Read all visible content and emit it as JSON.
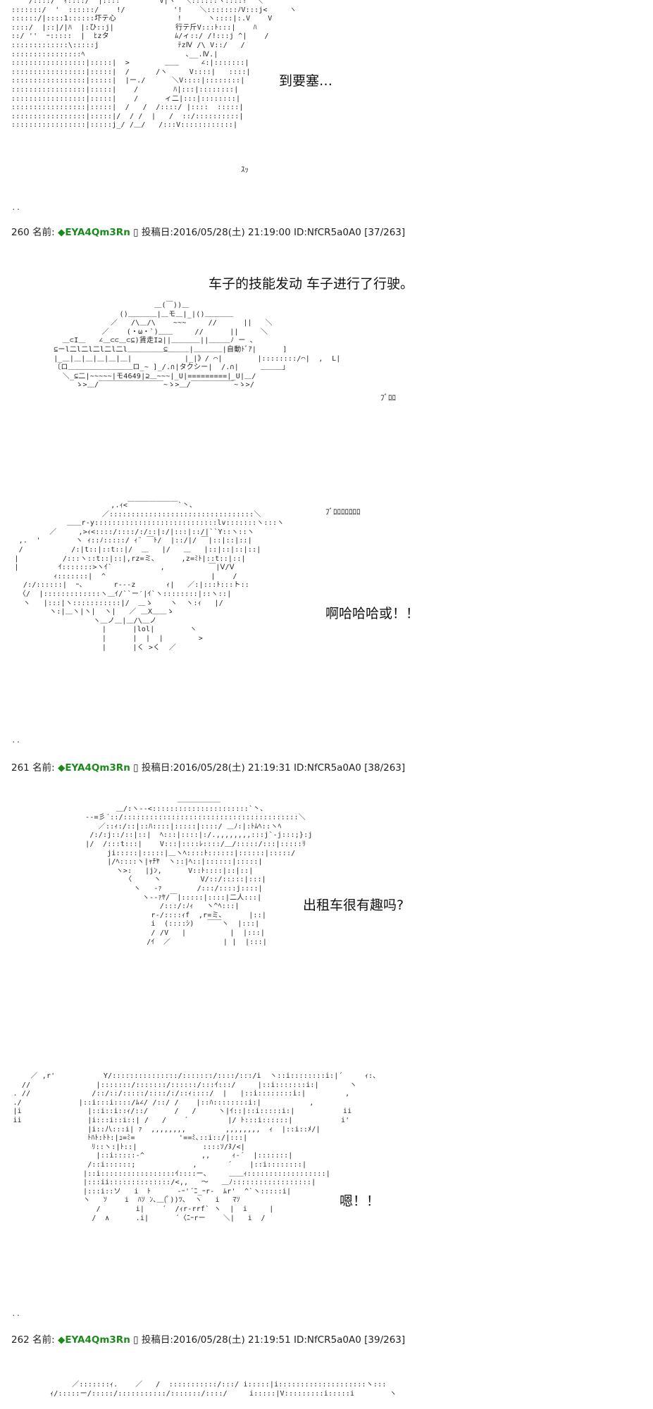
{
  "posts": [
    {
      "dialogue": [
        "到要塞…"
      ],
      "sfx": [
        "ｽｯ"
      ],
      "art": "    /::::/  ｨ::::/  |::::         V|ヽ  ＼::::::ヽ::::!  ＼\n:::::::/  '  ::::::/    !/           '!    ＼:::::::ﾉV:::j<     ヽ\n::::::/|::::1::::::圷テ心              !      ヽ::::|:.V    V\n::::/  |::|/|ﾊ  |:ひ::j|              行テ斤V:::ﾄ:::|    ﾊ\n::/ ''  ｰ:::::  |  ﾋzタ               ﾑ/ィ::/ /!:::j ^|    /\n:::::::::::::\\:::::j                  ﾃzⅣ /\\ V::/   /\n::::::::::::::::ﾍ                       ､__.Ⅳ.|\n:::::::::::::::::|:::::|  >        ＿＿     ∠:|:::::::|\n:::::::::::::::::|:::::|  /      /ヽ     V::::|   ::::|\n:::::::::::::::::|:::::|  |ー./      ＼V::::|::::::::|\n:::::::::::::::::|:::::|    /        ﾊ|:::|::::::::|\n:::::::::::::::::|:::::|    /      ィ二|:::|::::::::|\n:::::::::::::::::|:::::|  /   /  /::::/ |::::  :::::|\n:::::::::::::::::|:::::|/  / /  |   /  ::/::::::::::|\n:::::::::::::::::|:::::j_/ /＿/   /:::V::::::::::::|"
    },
    {
      "number": "260",
      "name_label": "名前:",
      "trip": "◆EYA4Qm3Rn",
      "date_label": "投稿日:",
      "date": "2016/05/28(土) 21:19:00",
      "id": "ID:NfCR5a0A0",
      "index": "[37/263]",
      "dialogue_1": [
        "车子的技能发动 车子进行了行驶。"
      ],
      "sfx_1": [
        "ﾌﾞﾛﾛ"
      ],
      "art_1": "                        ＿(￣))＿\n                ()＿＿＿＿|＿モ＿|_|()＿＿＿＿\n              ／   /\\＿/\\    ~~~     //      ||   ＼\n            ／    (・ω・`)＿＿     //      ||     ＼\n   ＿⊂I＿   ∠＿⊂⊂＿⊂⊆)賃走I⊇||＿＿＿＿||＿＿＿ﾉ ー ､\n ⊆ーl二l二l二l二l二l＿＿＿＿＿⊆＿＿＿|＿＿＿＿|自動ﾄﾞｱ|      ]\n |_＿|＿|＿|＿|＿|＿|            |_|》/ ⌒|        |::::::::/⌒|  ,  L|\n 〔ロ＿＿＿＿＿＿＿＿＿ロ_~ ]_/.∩|タクシー|  /.∩|     ＿＿＿｣\n   ＼_⊆二|~~~~~|モ4649|⊇＿~~~|_U|=========|_U|＿/\n      ゝ>＿/￣￣￣￣￣￣￣￣￣~ゝ>＿/￣￣￣￣￣￣~ゝ>/",
      "dialogue_2": [
        "啊哈哈哈或！！"
      ],
      "sfx_2": [
        "ﾌﾞﾛﾛﾛﾛﾛﾛﾛ"
      ],
      "art_2": "                        ,.ｨ<￣￣￣￣￣￣￣`丶､\n                      ／:::::::::::::::::::::::::::::::::＼\n              ＿＿r‐y::::::::::::::::::::::::::::lv:::::::ヽ:::ヽ\n          ／     ,>ｨ<::::/::::/:/::|:/|:::|::/|``Y::ヽ::ヽ\n   ,.  '        ヽ ｨ::ﾉ:::::/ ｨ¨ ￣ﾄ/  |::/|/ ￣|::|::|::|\n   /           /:|t::|::t::|/  ＿   |/   ＿   |::|::|::|::|\n  |          /:::ヽ::t::|::|,rz=ミ､      ,z=ﾐﾄ|::t::|::|\n  |         ｲ:::::::>ヽｲ`           ,          ￣|Ⅴ/Ⅴ\n           ｨ:::::::|  ^                        |    /\n    /:/::::::|  ｰ､       r‐‐‐z       ｨ|   ／:|:::ﾄ:::ト::\n   〈/  |:::::::::::::ヽ＿ｲ/``ー′|ｲ`ヽ::::::::|::ヽ::|\n    ヽ   |:::|ヽ:::::::::::|/  ＿ゝ    ヽ  ヽ:ｨ   |/\n          ヽ:|＿ヽ|ヽ|  ヽ|   ／ ＿X＿＿ゝ\n                    ヽ＿ノ＿|＿/\\＿ノ\n                      |      |lol|        ヽ\n                      |      |  |  |        >\n                      |      |く >く  ／",
      "dialogue_3": [],
      "art_3": ""
    },
    {
      "number": "261",
      "name_label": "名前:",
      "trip": "◆EYA4Qm3Rn",
      "date_label": "投稿日:",
      "date": "2016/05/28(土) 21:19:31",
      "id": "ID:NfCR5a0A0",
      "index": "[38/263]",
      "dialogue_1": [
        "出租车很有趣吗?"
      ],
      "art_1": "                          ＿＿＿＿＿＿\n            ＿/:ヽ--<::::::::::::::::::::::`丶､\n     --=彡´::/::::::::::::::::::::::::::::::::::::::::＼\n        ／::ｨ:/::|::ﾊ::::|:::::|::::/ ＿ﾉ:|:ﾄﾑﾍ::ヽﾍ\n      /:/:j::/::|::|  ﾍ:::|::::|:/.,,,,,,,,:::j`‐j:::;}:j\n     |/  /:::t:::|    V:::|::::ﾚ::::/＿/:::::/:::|:::::ﾘ\n          ji:::::|:::::|＿ヽﾍ::::ﾄ::::::|::::::|:::::/\n          |/ﾍ::::ヽ|ｬﾁﾔ  ヽ::|ﾍ::|::::::|:::::|\n            ヽ>:   |jﾝ,      V::ﾄ::::|::|::|\n              〈     ヽ         V/::/:::::|:::|\n                ヽ   -ｧ        /:::/::::j::::|\n                  ヽ--ｧﾔ/￣|:::::|::::|二人:::|\n                      /:::/:ﾉｨ   ヽ^ﾍ:::|\n                    r‐/::::ｨf  ,r=ミ､      |::|\n                    i  (::::ｼ)   ￣￣ヽ  |:::|\n                    / /V   |          |  |:::|\n                   /ｲ  ／            | |  |:::|",
      "dialogue_2": [
        "嗯！！"
      ],
      "art_2": "      ／ ,r'           Y/:::::::::::::::/:::::::/::::/:::/i  ヽ::i::::::::i:|´     ｨ:､\n    //               |:::::::/:::::::/::::::/:::ｲ:::/     |::i:::::::i:|       ヽ\n  . //              /::/::/:::::/::::/:/::ｨ::::/  |   |::i::::::::i:|         ,\n  ./             |::i:::i::::/ﾑ∠/ /::/ /    |::ﾊ::::::::i:|           ,\n  |i               |::i::i::ｨ/::/      /   /     ヽ|ｲ::|::i:::::i:|           ii\n  ii               |i:::i::i::| /   /    ´         |/ ﾄ:::i::::::|           i'\n                   |i::八:::i| ｧ  ,,,,,,,,         ,,,,,,,,  ｨ  |::i::ﾒ/|\n                   ﾄﾊﾄ:ﾄﾄ:|ｭ=ﾐ=          '==ﾐ､::i::/|:::|\n                    ﾘ::ヽ:|ﾄ::|               ::::ｿ/ﾇ/<|\n                     |::i:::::‐^             ,,     ｨ‐´  |:::::::|\n                   /::i::::::;             ,       ´    |::i::::::::|\n                  |::i:::::::::::::::::ｲ::::ー､     ＿＿ｨ::::::::::::::::::|\n                  |:::ii::::::::::::::/<,,   ～   ＿ﾉ::::::::::::::::::|\n                  |:::i::ソ   i  ﾄ      ‐ｰ'´ﾆ_ｰr‐  ﾑr'  ^`ヽ:::::i|\n                  ヽ   ｿ    i  ﾊｿ ﾝ､＿(ﾟ))ﾂ､  ヽ   i   ﾏｿ\n                     /        i|    ´  /ｨr-rrf` ヽ  |  i     |\n                    /  ∧      .i|      ´〈ﾆｰrー    ＼|   i  /",
      "dialogue_3": [],
      "art_3": ""
    },
    {
      "number": "262",
      "name_label": "名前:",
      "trip": "◆EYA4Qm3Rn",
      "date_label": "投稿日:",
      "date": "2016/05/28(土) 21:19:51",
      "id": "ID:NfCR5a0A0",
      "index": "[39/263]",
      "art_1": "          ／:::::::ｨ.    ／   /  :::::::::::/:::/ i:::::|i::::::::::::::::::::ヽ:::\n     ｨ/:::::ー/:::::/:::::::::::/:::::::/::::/     i:::::|V:::::::::i:::::i        ヽ"
    }
  ],
  "separator": ".."
}
